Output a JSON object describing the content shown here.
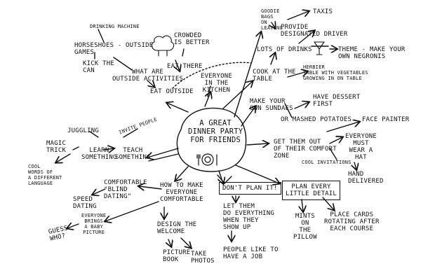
{
  "center": {
    "label": "A GREAT\nDINNER PARTY\nFOR FRIENDS"
  },
  "nodes": {
    "drinking_machine": "DRINKING MACHINE",
    "horseshoes_outside_games": "HORSESHOES - OUTSIDE\nGAMES",
    "kick_the_can": "KICK THE\nCAN",
    "crowded_is_better": "CROWDED\nIS BETTER",
    "eat_there": "EAT THERE",
    "what_are_outside_activities": "WHAT ARE\nOUTSIDE ACTIVITIES",
    "eat_outside": "EAT OUTSIDE",
    "everyone_in_kitchen": "EVERYONE\nIN THE\nKITCHEN",
    "goodie_bags": "GOODIE\nBAGS\nON\nLEAVING",
    "taxis": "TAXIS",
    "provide_designated_driver": "PROVIDE\nDESIGNATED DRIVER",
    "lots_of_drinks": "LOTS OF DRINKS",
    "theme_negronis": "THEME - MAKE YOUR\nOWN NEGRONIS",
    "cook_at_table": "COOK AT THE\nTABLE",
    "herbier_table": "HERBIER\nTABLE WITH VEGETABLES\nGROWING IN ON TABLE",
    "make_own_sundaes": "MAKE YOUR\nOWN SUNDAES",
    "have_dessert_first": "HAVE DESSERT\nFIRST",
    "mashed_potatoes": "OR MASHED POTATOES",
    "juggling": "JUGGLING",
    "invite_people": "INVITE PEOPLE",
    "magic_trick": "MAGIC\nTRICK",
    "learn_something": "LEARN\nSOMETHING",
    "teach_something": "TEACH\nSOMETHING",
    "cool_words": "COOL\nWORDS OF\nA DIFFERENT\nLANGUAGE",
    "get_out_comfort_zone": "GET THEM OUT\nOF THEIR COMFORT\nZONE",
    "face_painter": "FACE PAINTER",
    "everyone_wear_hat": "EVERYONE\nMUST\nWEAR A\nHAT",
    "cool_invitations": "COOL INVITATIONS",
    "hand_delivered": "HAND\nDELIVERED",
    "comfortable_blind_dating": "COMFORTABLE\n\"BLIND\nDATING\"",
    "speed_dating": "SPEED\nDATING",
    "how_to_make_comfortable": "HOW TO MAKE\nEVERYONE\nCOMFORTABLE",
    "dont_plan_it": "DON'T PLAN IT!",
    "plan_every_detail": "PLAN EVERY\nLITTLE DETAIL",
    "everyone_brings_baby_picture": "EVERYONE\nBRINGS\nA BABY\nPICTURE",
    "guess_who": "GUESS\nWHO?",
    "design_the_welcome": "DESIGN THE\nWELCOME",
    "let_them_do_everything": "LET THEM\nDO EVERYTHING\nWHEN THEY\nSHOW UP",
    "mints_on_pillow": "MINTS\nON\nTHE\nPILLOW",
    "place_cards": "PLACE CARDS\nROTATING AFTER\nEACH COURSE",
    "picture_book": "PICTURE\nBOOK",
    "take_photos": "TAKE\nPHOTOS",
    "people_like_job": "PEOPLE LIKE TO\nHAVE A JOB"
  },
  "colors": {
    "ink": "#111111",
    "paper": "#ffffff"
  }
}
